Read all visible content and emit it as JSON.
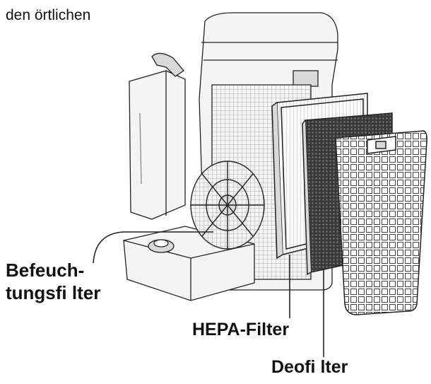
{
  "header_text": "den örtlichen",
  "labels": {
    "humidifier_filter_line1": "Befeuch-",
    "humidifier_filter_line2": "tungsfi lter",
    "hepa_filter": "HEPA-Filter",
    "deodorizing_filter": "Deofi lter"
  },
  "colors": {
    "line": "#222222",
    "light_fill": "#f4f4f4",
    "mid_fill": "#d9d9d9",
    "dark_fill": "#3a3a3a"
  }
}
